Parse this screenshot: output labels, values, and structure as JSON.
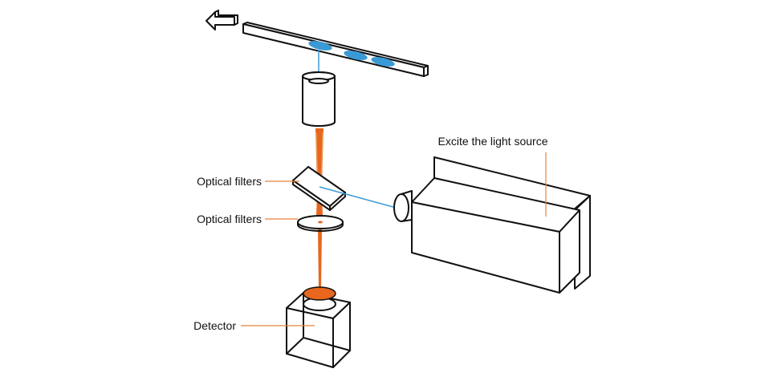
{
  "labels": {
    "light_source": "Excite the light source",
    "filter_upper": "Optical filters",
    "filter_lower": "Optical filters",
    "detector": "Detector"
  },
  "colors": {
    "outline": "#111111",
    "excitation_beam": "#3a9ad6",
    "sample_spot": "#3a9ad6",
    "emission_beam": "#e8661e",
    "leader_line": "#e8823a"
  },
  "icons": {
    "direction_arrow": "arrow-left-icon"
  }
}
